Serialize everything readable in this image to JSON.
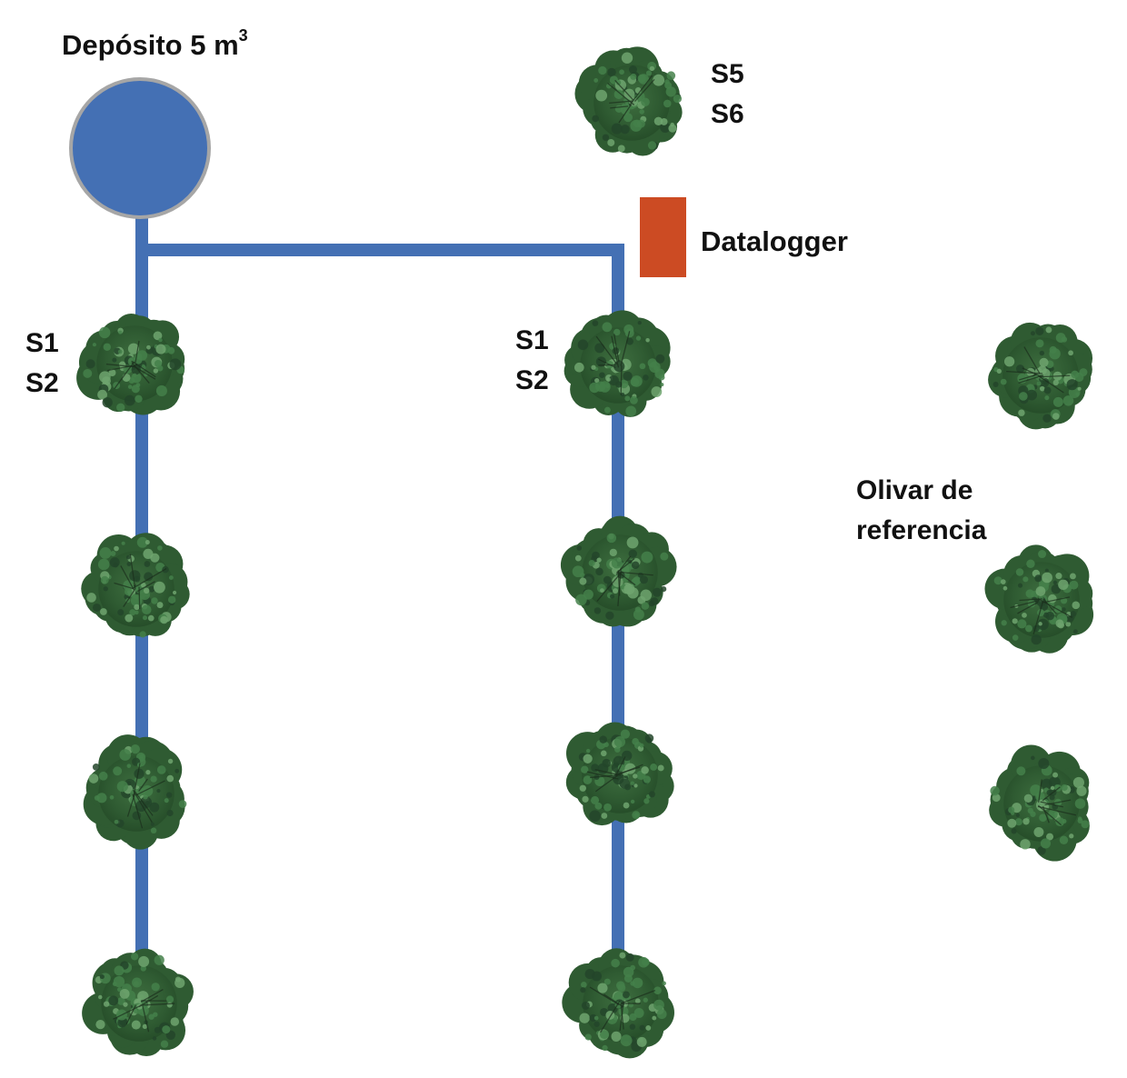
{
  "title": "Depósito 5 m",
  "title_superscript": "3",
  "datalogger_label": "Datalogger",
  "reference_label_line1": "Olivar de",
  "reference_label_line2": "referencia",
  "sensors_left": [
    "S1",
    "S2"
  ],
  "sensors_middle": [
    "S1",
    "S2"
  ],
  "sensors_top": [
    "S5",
    "S6"
  ],
  "colors": {
    "tank_fill": "#4470b4",
    "tank_border": "#a6a6a6",
    "pipe": "#4470b4",
    "datalogger": "#cc4b23",
    "tree_dark": "#2f5b32",
    "tree_mid": "#44804a",
    "tree_light": "#6ea46e"
  }
}
